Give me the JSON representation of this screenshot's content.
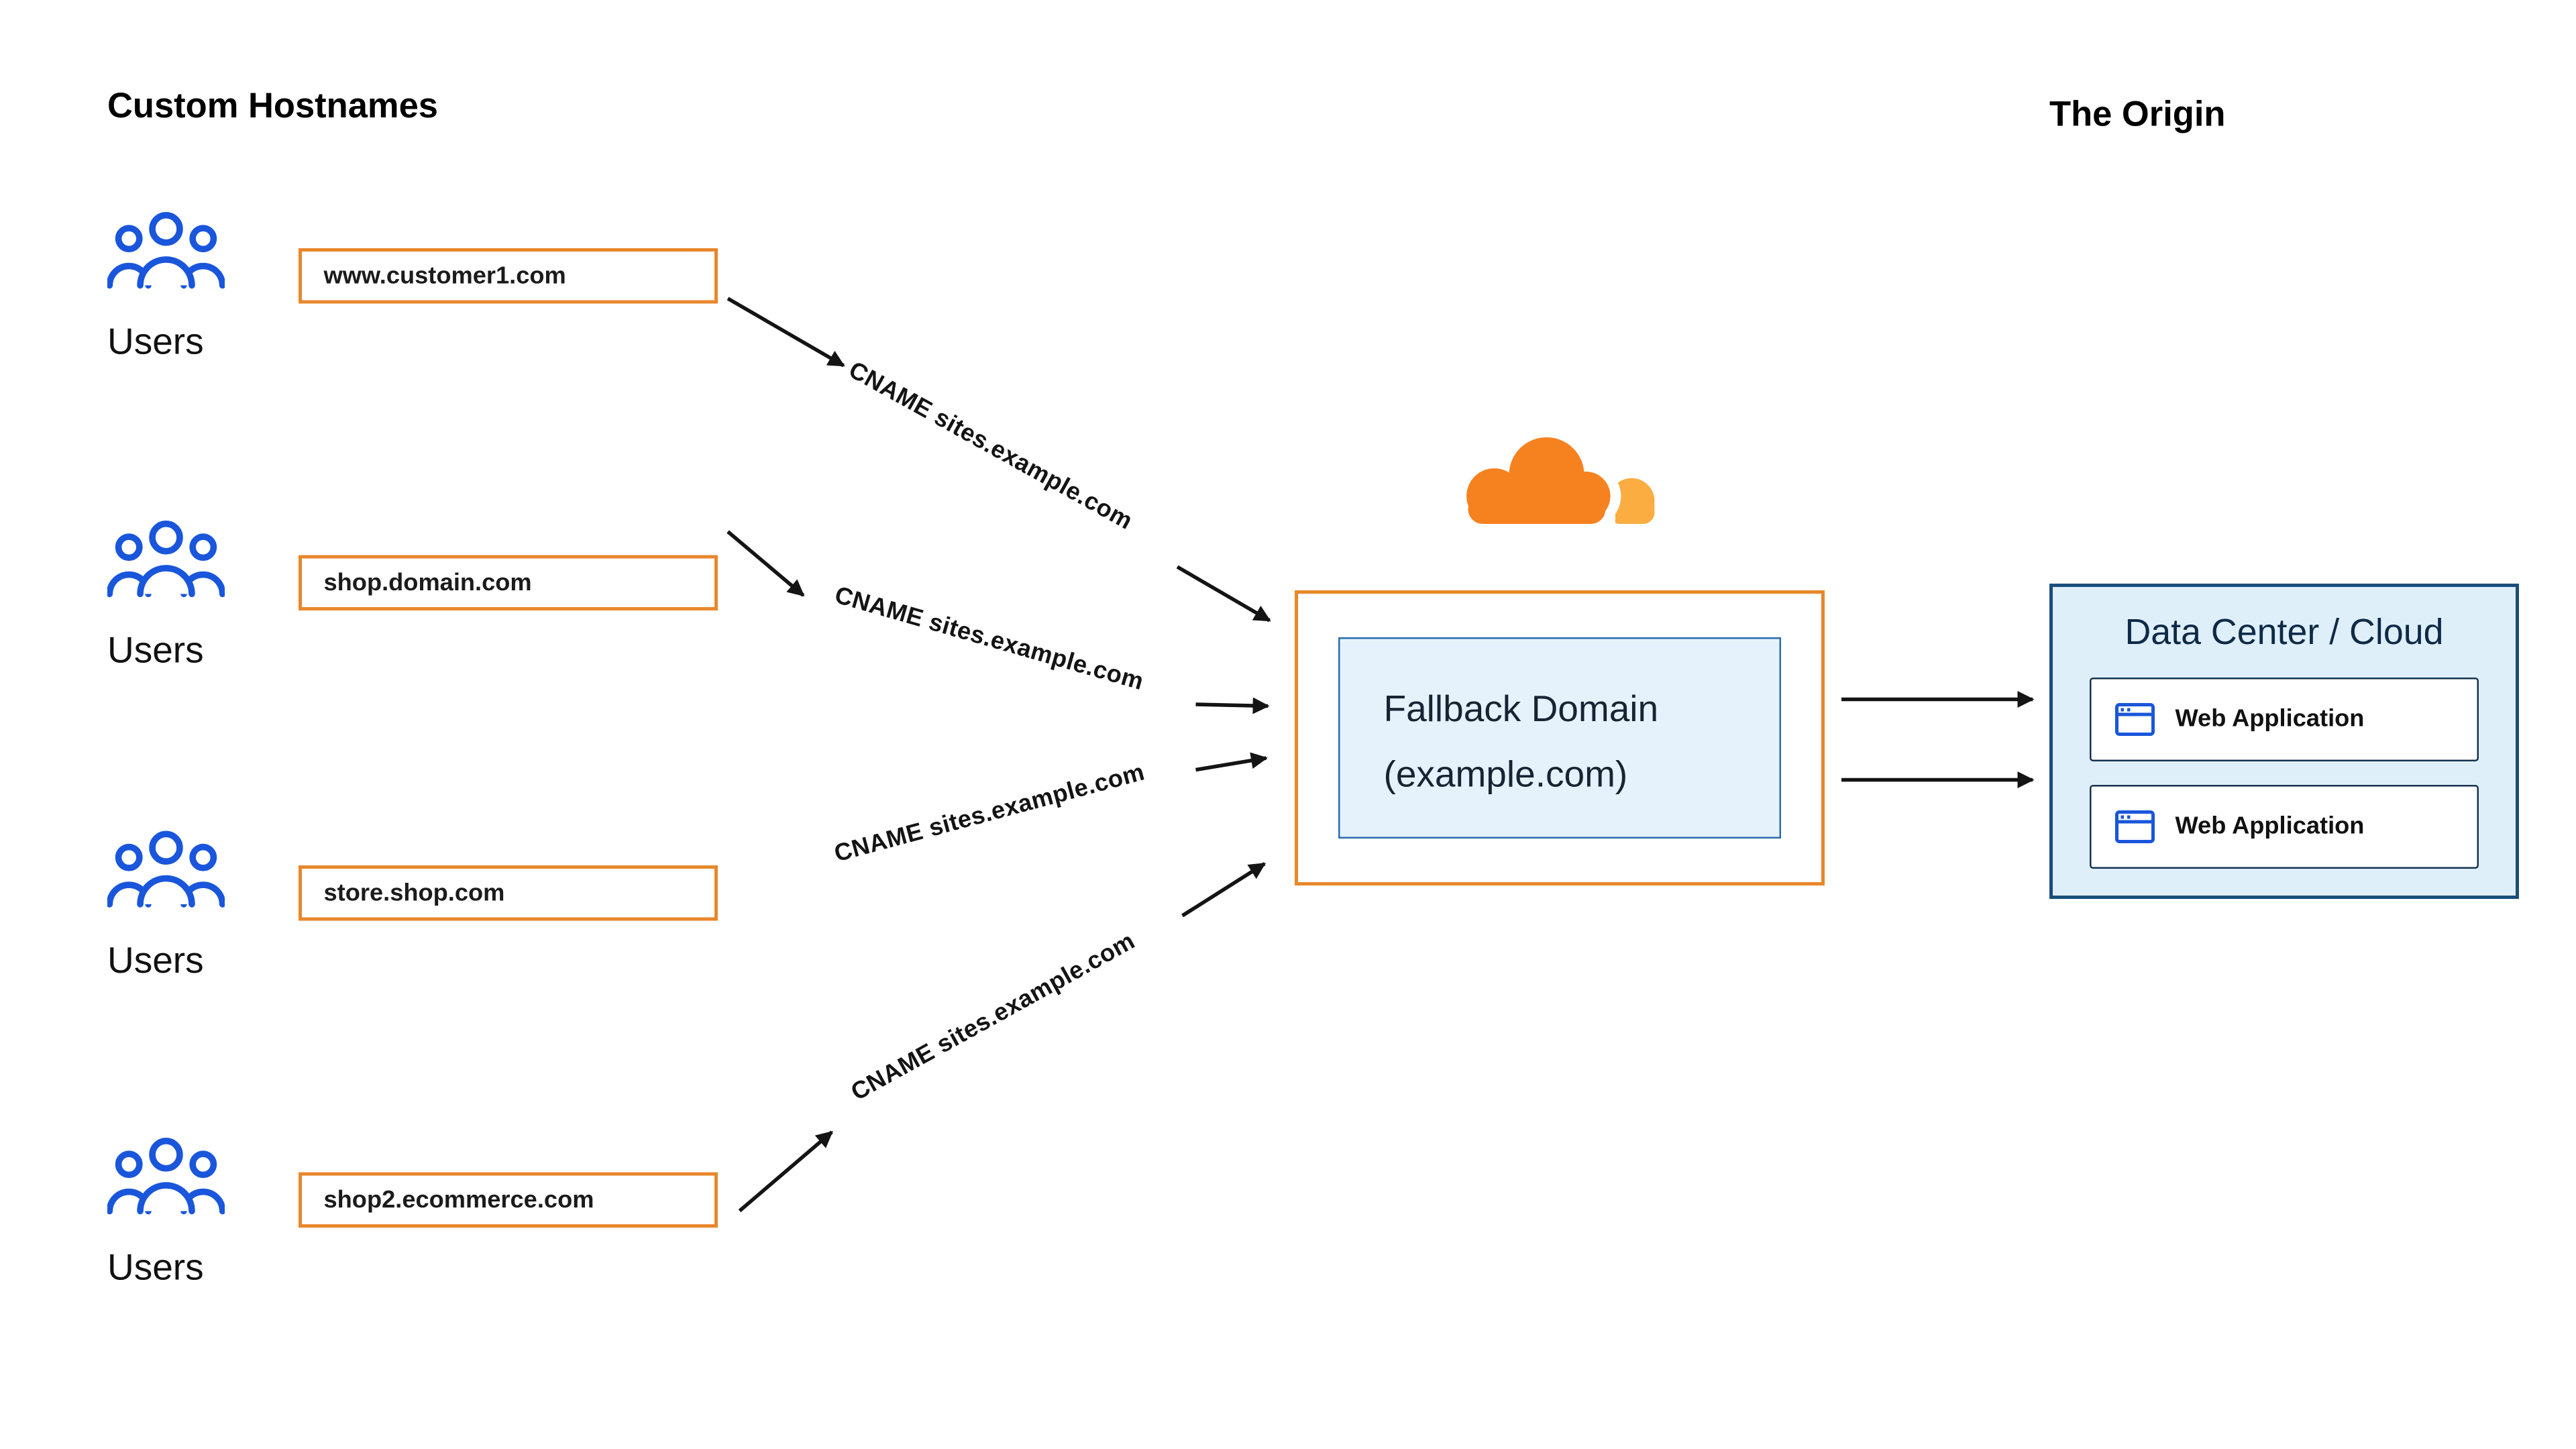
{
  "titles": {
    "custom_hostnames": "Custom Hostnames",
    "origin": "The Origin"
  },
  "users_label": "Users",
  "hostnames": [
    {
      "label": "www.customer1.com"
    },
    {
      "label": "shop.domain.com"
    },
    {
      "label": "store.shop.com"
    },
    {
      "label": "shop2.ecommerce.com"
    }
  ],
  "cname_label": "CNAME sites.example.com",
  "fallback_domain": {
    "line1": "Fallback Domain",
    "line2": "(example.com)"
  },
  "data_center": {
    "title": "Data Center / Cloud",
    "applications": [
      {
        "label": "Web Application"
      },
      {
        "label": "Web Application"
      }
    ]
  },
  "colors": {
    "cloudflare_orange": "#F6821F",
    "cloudflare_light_orange": "#FBAD41",
    "orange_border": "#E8872B",
    "users_blue": "#1A56DB",
    "panel_light_blue": "#DFEFFA",
    "panel_border_navy": "#1A4E7A",
    "inner_box_blue": "#E6F2FB",
    "arrow_black": "#141414"
  }
}
